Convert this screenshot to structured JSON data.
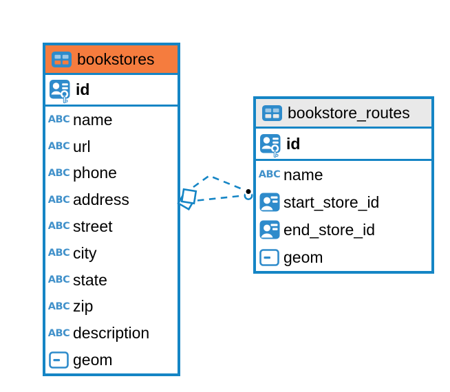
{
  "diagram": {
    "tables": [
      {
        "title": "bookstores",
        "title_icon": "table-icon",
        "header_color": "#f57c3e",
        "pk": {
          "label": "id",
          "icon": "person-key-icon"
        },
        "columns": [
          {
            "label": "name",
            "icon": "abc-icon"
          },
          {
            "label": "url",
            "icon": "abc-icon"
          },
          {
            "label": "phone",
            "icon": "abc-icon"
          },
          {
            "label": "address",
            "icon": "abc-icon"
          },
          {
            "label": "street",
            "icon": "abc-icon"
          },
          {
            "label": "city",
            "icon": "abc-icon"
          },
          {
            "label": "state",
            "icon": "abc-icon"
          },
          {
            "label": "zip",
            "icon": "abc-icon"
          },
          {
            "label": "description",
            "icon": "abc-icon"
          },
          {
            "label": "geom",
            "icon": "geometry-icon"
          }
        ]
      },
      {
        "title": "bookstore_routes",
        "title_icon": "table-icon",
        "header_color": "#e9e9e9",
        "pk": {
          "label": "id",
          "icon": "person-key-icon"
        },
        "columns": [
          {
            "label": "name",
            "icon": "abc-icon"
          },
          {
            "label": "start_store_id",
            "icon": "person-card-icon"
          },
          {
            "label": "end_store_id",
            "icon": "person-card-icon"
          },
          {
            "label": "geom",
            "icon": "geometry-icon"
          }
        ]
      }
    ],
    "relationships": [
      {
        "from_table": "bookstore_routes",
        "to_table": "bookstores",
        "line_style": "dashed",
        "source_marker": "hollow-diamond",
        "target_marker": "filled-dot"
      },
      {
        "from_table": "bookstore_routes",
        "to_table": "bookstores",
        "line_style": "dashed",
        "source_marker": "hollow-diamond",
        "target_marker": "filled-dot"
      }
    ],
    "colors": {
      "accent_blue": "#1585c5",
      "icon_blue": "#2e8bcb",
      "icon_text_blue": "#4191ca",
      "bookstores_header_orange": "#f57c3e",
      "routes_header_gray": "#e9e9e9",
      "text": "#000000",
      "background": "#ffffff"
    }
  },
  "glyphs": {
    "abc": "ABC"
  }
}
